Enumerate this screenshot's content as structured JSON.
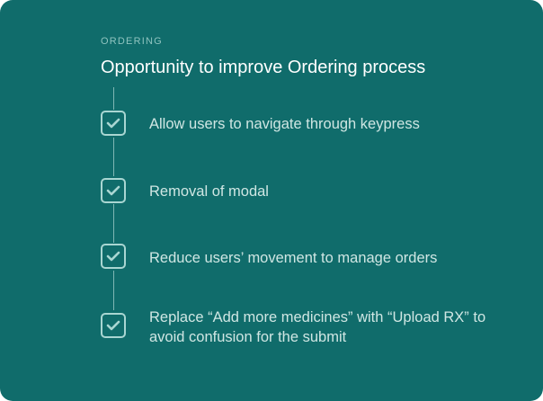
{
  "section": {
    "eyebrow": "ORDERING",
    "title": "Opportunity to improve Ordering process"
  },
  "items": [
    {
      "label": "Allow users to navigate through keypress",
      "checked": true
    },
    {
      "label": "Removal of modal",
      "checked": true
    },
    {
      "label": "Reduce users’ movement to manage orders",
      "checked": true
    },
    {
      "label": "Replace “Add more medicines” with “Upload RX” to avoid confusion for the submit",
      "checked": true
    }
  ],
  "colors": {
    "background": "#106c6b",
    "title": "#ffffff",
    "eyebrow": "#8fc3bf",
    "item_text": "#cfe6e3",
    "checkbox": "#a9d6d2",
    "connector": "#7fb7b3"
  },
  "icons": {
    "checkbox": "check-icon"
  }
}
